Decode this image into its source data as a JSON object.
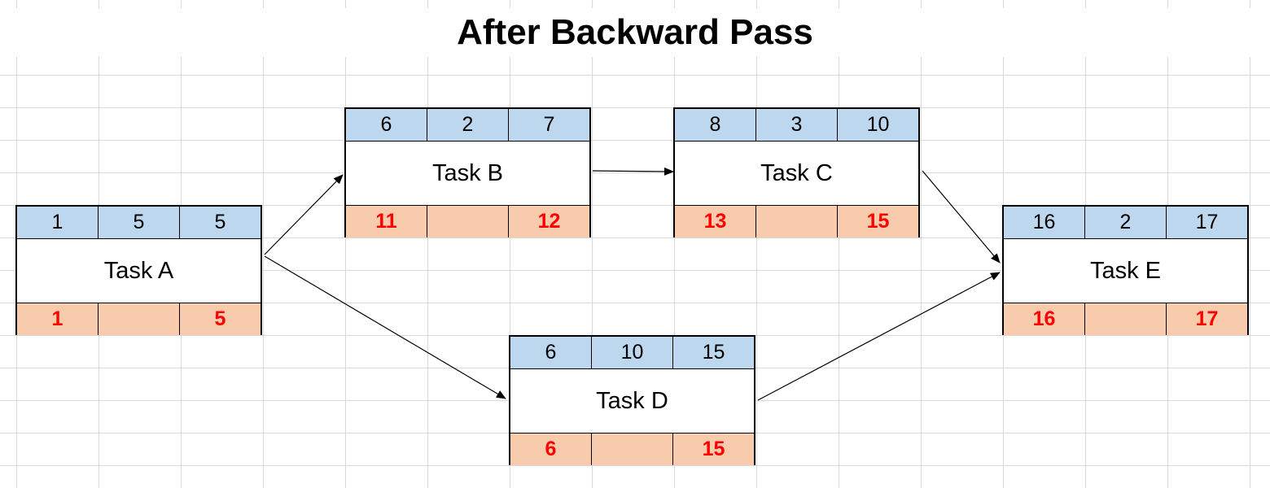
{
  "title": "After Backward Pass",
  "colors": {
    "header_fill": "#bdd7ee",
    "footer_fill": "#f8cbad",
    "late_text": "#ff0000"
  },
  "nodes": {
    "a": {
      "name": "Task A",
      "top": [
        "1",
        "5",
        "5"
      ],
      "bottom": [
        "1",
        "",
        "5"
      ]
    },
    "b": {
      "name": "Task B",
      "top": [
        "6",
        "2",
        "7"
      ],
      "bottom": [
        "11",
        "",
        "12"
      ]
    },
    "c": {
      "name": "Task C",
      "top": [
        "8",
        "3",
        "10"
      ],
      "bottom": [
        "13",
        "",
        "15"
      ]
    },
    "d": {
      "name": "Task D",
      "top": [
        "6",
        "10",
        "15"
      ],
      "bottom": [
        "6",
        "",
        "15"
      ]
    },
    "e": {
      "name": "Task E",
      "top": [
        "16",
        "2",
        "17"
      ],
      "bottom": [
        "16",
        "",
        "17"
      ]
    }
  },
  "edges": [
    {
      "from": "Task A",
      "to": "Task B"
    },
    {
      "from": "Task A",
      "to": "Task D"
    },
    {
      "from": "Task B",
      "to": "Task C"
    },
    {
      "from": "Task C",
      "to": "Task E"
    },
    {
      "from": "Task D",
      "to": "Task E"
    }
  ]
}
